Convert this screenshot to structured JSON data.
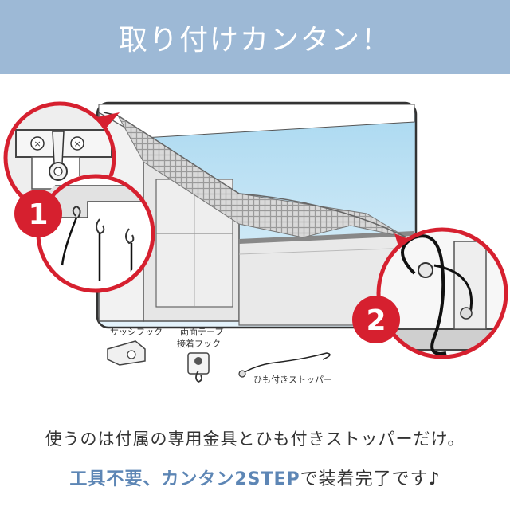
{
  "header": {
    "title": "取り付けカンタン！"
  },
  "illustration": {
    "step_1": "1",
    "step_2": "2",
    "parts": {
      "sash_hook": "サッシフック",
      "tape_hook_line1": "両面テープ",
      "tape_hook_line2": "接着フック",
      "stopper": "ひも付きストッパー"
    }
  },
  "caption": {
    "line1": "使うのは付属の専用金具とひも付きストッパーだけ。",
    "line2_accent": "工具不要、カンタン2STEP",
    "line2_rest": "で装着完了です♪"
  },
  "colors": {
    "header_bg": "#9db9d6",
    "accent_red": "#d6202f",
    "accent_blue": "#5d86b5",
    "sky": "#bfe3f5"
  }
}
